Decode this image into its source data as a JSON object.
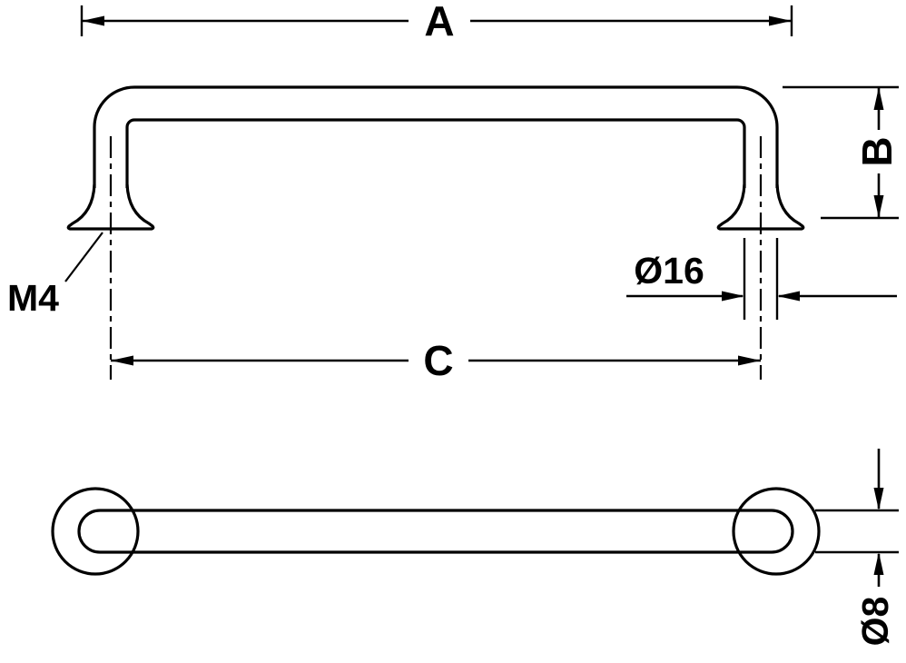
{
  "page": {
    "background_color": "#ffffff",
    "line_color": "#000000",
    "description_labels_only": true
  },
  "drawing": {
    "front_view": {
      "overall_length_label": "A",
      "height_label": "B",
      "hole_centers_label": "C",
      "thread_label": "M4",
      "ferrule_diameter_label": "Ø16"
    },
    "plan_view": {
      "tube_diameter_label": "Ø8"
    }
  }
}
